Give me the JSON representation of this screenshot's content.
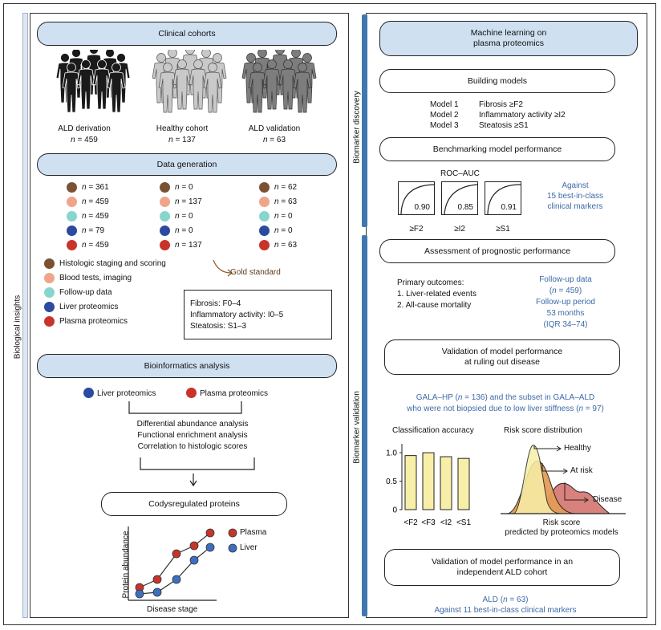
{
  "colors": {
    "histology": "#7a5233",
    "blood": "#f0a58a",
    "followup": "#86d6cc",
    "liver": "#2b4aa0",
    "plasma": "#c8342a",
    "panel_header": "#cfe0f1",
    "side_bar": "#3f78b0",
    "bar_fill": "#f7efa8",
    "link_blue": "#3d6aa8",
    "gold_arrow": "#8b5a2b"
  },
  "left": {
    "side_label": "Biological insights",
    "clinical_cohorts": {
      "title": "Clinical cohorts",
      "cohorts": [
        {
          "name": "ALD derivation",
          "n_label": "n",
          "n_value": "= 459",
          "icon": "people-group-icon"
        },
        {
          "name": "Healthy cohort",
          "n_label": "n",
          "n_value": "= 137",
          "icon": "people-group-icon"
        },
        {
          "name": "ALD validation",
          "n_label": "n",
          "n_value": "= 63",
          "icon": "people-group-icon"
        }
      ]
    },
    "data_generation": {
      "title": "Data generation",
      "columns": [
        [
          "= 361",
          "= 459",
          "= 459",
          "= 79",
          "= 459"
        ],
        [
          "= 0",
          "= 137",
          "= 0",
          "= 0",
          "= 137"
        ],
        [
          "= 62",
          "= 63",
          "= 0",
          "= 0",
          "= 63"
        ]
      ],
      "n_label": "n",
      "legend": [
        "Histologic staging and scoring",
        "Blood tests, imaging",
        "Follow-up data",
        "Liver proteomics",
        "Plasma proteomics"
      ],
      "gold_standard": "Gold standard",
      "scores": [
        "Fibrosis: F0–4",
        "Inflammatory activity: I0–5",
        "Steatosis: S1–3"
      ]
    },
    "bioinformatics": {
      "title": "Bioinformatics analysis",
      "inputs": [
        "Liver proteomics",
        "Plasma proteomics"
      ],
      "steps": [
        "Differential abundance analysis",
        "Functional enrichment analysis",
        "Correlation to histologic scores"
      ],
      "result": "Codysregulated proteins"
    },
    "abundance_chart": {
      "ylabel": "Protein abundance",
      "xlabel": "Disease stage",
      "legend": [
        "Plasma",
        "Liver"
      ]
    }
  },
  "right": {
    "discovery_label": "Biomarker discovery",
    "validation_label": "Biomarker validation",
    "ml_title": "Machine learning on plasma proteomics",
    "ml_title_l1": "Machine learning on",
    "ml_title_l2": "plasma proteomics",
    "building_models": "Building models",
    "models": [
      {
        "name": "Model 1",
        "target": "Fibrosis ≥F2"
      },
      {
        "name": "Model 2",
        "target": "Inflammatory activity ≥I2"
      },
      {
        "name": "Model 3",
        "target": "Steatosis ≥S1"
      }
    ],
    "benchmarking": "Benchmarking model performance",
    "roc_title": "ROC–AUC",
    "roc": [
      {
        "auc": "0.90",
        "label": "≥F2"
      },
      {
        "auc": "0.85",
        "label": "≥I2"
      },
      {
        "auc": "0.91",
        "label": "≥S1"
      }
    ],
    "against_l1": "Against",
    "against_l2": "15 best-in-class",
    "against_l3": "clinical markers",
    "prognostic": "Assessment of prognostic performance",
    "primary_outcomes_title": "Primary outcomes:",
    "primary_outcomes": [
      "1. Liver-related events",
      "2. All-cause mortality"
    ],
    "followup_data_l1": "Follow-up data",
    "followup_data_n": "n",
    "followup_data_l2": "= 459)",
    "followup_period_l1": "Follow-up period",
    "followup_period_l2": "53 months",
    "followup_period_l3": "(IQR 34–74)",
    "ruling_out_l1": "Validation of model performance",
    "ruling_out_l2": "at ruling out disease",
    "gala_l1a": "GALA–HP (",
    "gala_l1_n": "n",
    "gala_l1b": " = 136) and the subset in GALA–ALD",
    "gala_l2a": "who were not biopsied due to low liver stiffness (",
    "gala_l2_n": "n",
    "gala_l2b": " = 97)",
    "accuracy_title": "Classification accuracy",
    "risk_title": "Risk score distribution",
    "risk_labels": [
      "Healthy",
      "At risk",
      "Disease"
    ],
    "risk_xlabel_l1": "Risk score",
    "risk_xlabel_l2": "predicted by proteomics models",
    "independent_l1": "Validation of model performance in an",
    "independent_l2": "independent ALD cohort",
    "ald_a": "ALD (",
    "ald_n": "n",
    "ald_b": " = 63)",
    "ald_against": "Against 11 best-in-class clinical markers"
  },
  "chart_data": {
    "type": "bar",
    "title": "Classification accuracy",
    "categories": [
      "<F2",
      "<F3",
      "<I2",
      "<S1"
    ],
    "values": [
      0.95,
      1.0,
      0.93,
      0.9
    ],
    "ylim": [
      0,
      1.1
    ],
    "yticks": [
      "0",
      "0.5",
      "1.0"
    ],
    "ytick_values": [
      0,
      0.5,
      1.0
    ]
  }
}
